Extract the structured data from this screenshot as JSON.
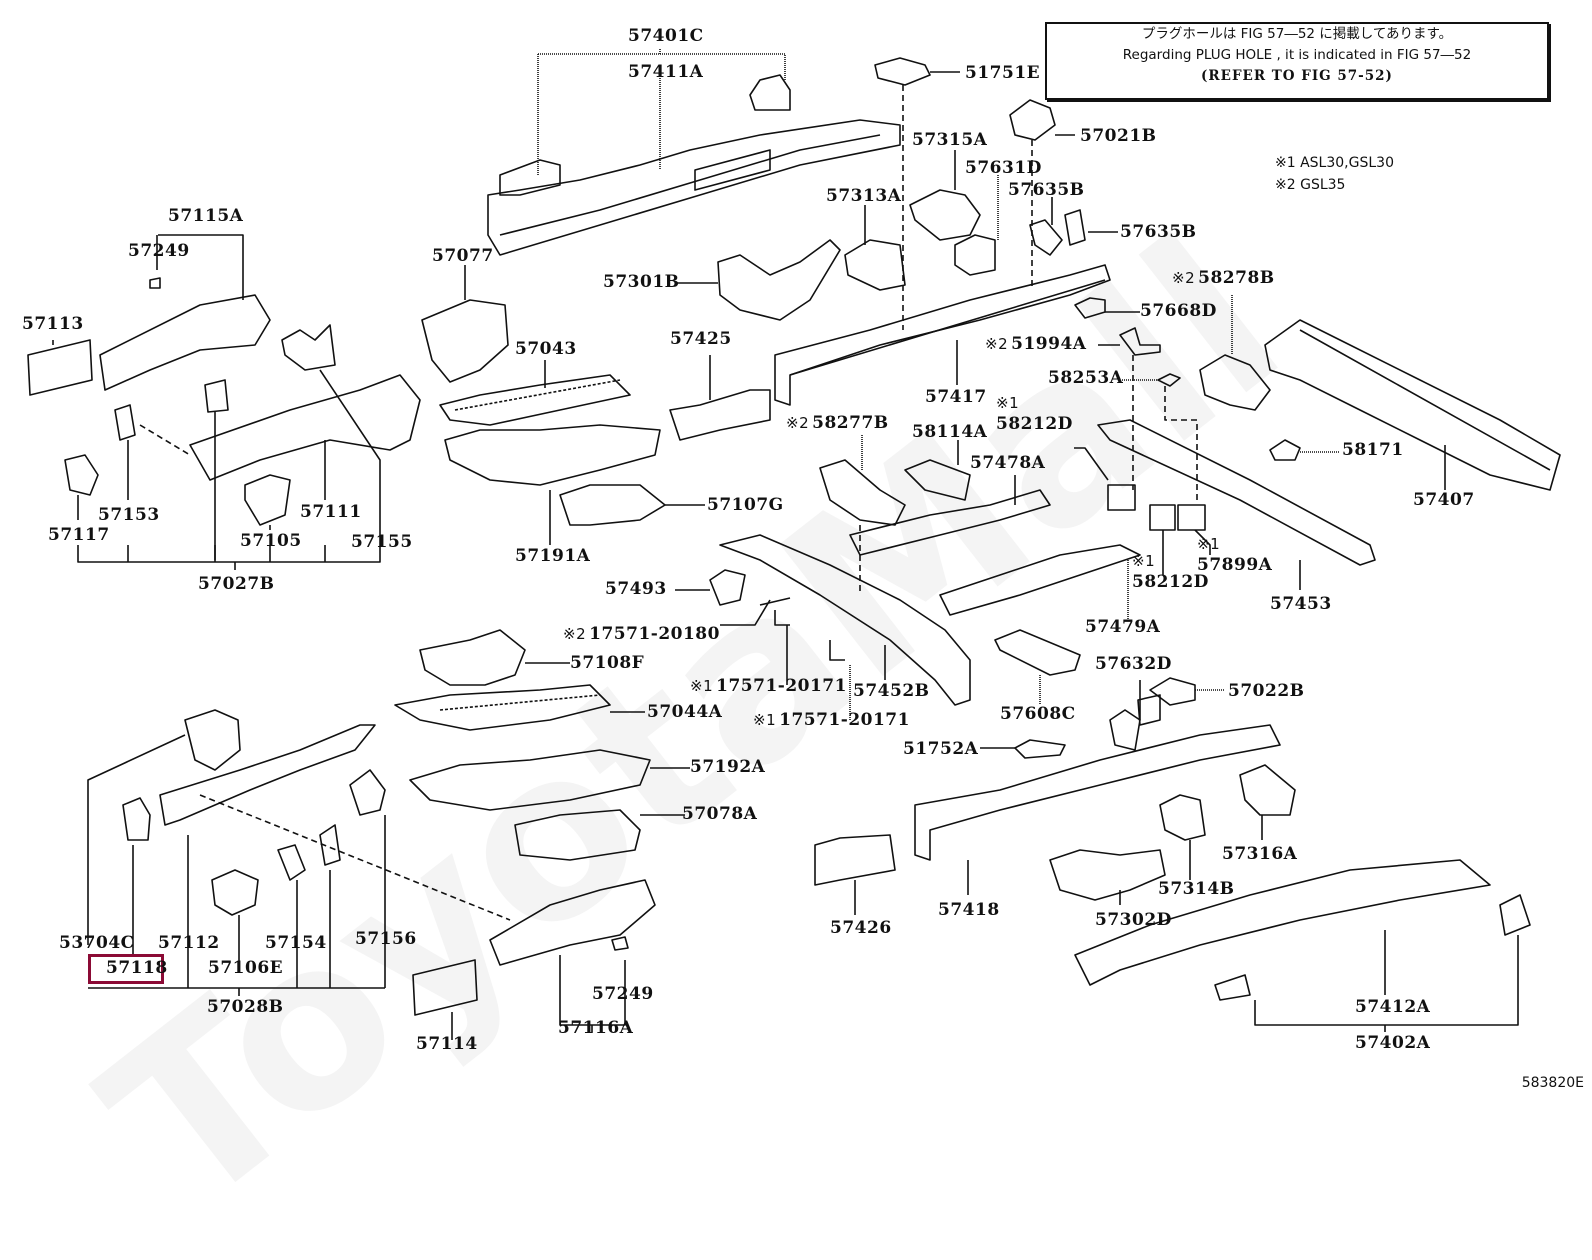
{
  "note": {
    "japanese": "プラグホールは FIG  57―52 に掲載してあります。",
    "english": "Regarding  PLUG  HOLE , it is indicated in FIG  57―52",
    "refer": "(REFER TO FIG 57-52)"
  },
  "legend": [
    {
      "mark": "※1",
      "text": "ASL30,GSL30"
    },
    {
      "mark": "※2",
      "text": "GSL35"
    }
  ],
  "figure_number": "583820E",
  "watermark": "ToyotaMall",
  "highlighted_part": "57118",
  "highlight_color": "#8b0a35",
  "parts": [
    {
      "id": "p57401C",
      "label": "57401C",
      "mark": ""
    },
    {
      "id": "p57411A",
      "label": "57411A",
      "mark": ""
    },
    {
      "id": "p51751E",
      "label": "51751E",
      "mark": ""
    },
    {
      "id": "p57315A",
      "label": "57315A",
      "mark": ""
    },
    {
      "id": "p57021B",
      "label": "57021B",
      "mark": ""
    },
    {
      "id": "p57631D",
      "label": "57631D",
      "mark": ""
    },
    {
      "id": "p57635B_1",
      "label": "57635B",
      "mark": ""
    },
    {
      "id": "p57635B_2",
      "label": "57635B",
      "mark": ""
    },
    {
      "id": "p57313A",
      "label": "57313A",
      "mark": ""
    },
    {
      "id": "p57115A",
      "label": "57115A",
      "mark": ""
    },
    {
      "id": "p57249_1",
      "label": "57249",
      "mark": ""
    },
    {
      "id": "p57077",
      "label": "57077",
      "mark": ""
    },
    {
      "id": "p57301B",
      "label": "57301B",
      "mark": ""
    },
    {
      "id": "p58278B",
      "label": "58278B",
      "mark": "※2"
    },
    {
      "id": "p57668D",
      "label": "57668D",
      "mark": ""
    },
    {
      "id": "p57113",
      "label": "57113",
      "mark": ""
    },
    {
      "id": "p57043",
      "label": "57043",
      "mark": ""
    },
    {
      "id": "p57425",
      "label": "57425",
      "mark": ""
    },
    {
      "id": "p51994A",
      "label": "51994A",
      "mark": "※2"
    },
    {
      "id": "p58253A",
      "label": "58253A",
      "mark": ""
    },
    {
      "id": "p57417",
      "label": "57417",
      "mark": ""
    },
    {
      "id": "p58277B",
      "label": "58277B",
      "mark": "※2"
    },
    {
      "id": "p58114A",
      "label": "58114A",
      "mark": ""
    },
    {
      "id": "p58212D_1",
      "label": "58212D",
      "mark": "※1"
    },
    {
      "id": "p57478A",
      "label": "57478A",
      "mark": ""
    },
    {
      "id": "p58171",
      "label": "58171",
      "mark": ""
    },
    {
      "id": "p57407",
      "label": "57407",
      "mark": ""
    },
    {
      "id": "p57153",
      "label": "57153",
      "mark": ""
    },
    {
      "id": "p57117",
      "label": "57117",
      "mark": ""
    },
    {
      "id": "p57111",
      "label": "57111",
      "mark": ""
    },
    {
      "id": "p57105",
      "label": "57105",
      "mark": ""
    },
    {
      "id": "p57155",
      "label": "57155",
      "mark": ""
    },
    {
      "id": "p57027B",
      "label": "57027B",
      "mark": ""
    },
    {
      "id": "p57107G",
      "label": "57107G",
      "mark": ""
    },
    {
      "id": "p57191A",
      "label": "57191A",
      "mark": ""
    },
    {
      "id": "p57493",
      "label": "57493",
      "mark": ""
    },
    {
      "id": "p58212D_2",
      "label": "58212D",
      "mark": "※1"
    },
    {
      "id": "p57899A",
      "label": "57899A",
      "mark": "※1"
    },
    {
      "id": "p57453",
      "label": "57453",
      "mark": ""
    },
    {
      "id": "p17571_20180",
      "label": "17571-20180",
      "mark": "※2"
    },
    {
      "id": "p57108F",
      "label": "57108F",
      "mark": ""
    },
    {
      "id": "p57479A",
      "label": "57479A",
      "mark": ""
    },
    {
      "id": "p17571_20171_1",
      "label": "17571-20171",
      "mark": "※1"
    },
    {
      "id": "p57452B",
      "label": "57452B",
      "mark": ""
    },
    {
      "id": "p57632D",
      "label": "57632D",
      "mark": ""
    },
    {
      "id": "p57022B",
      "label": "57022B",
      "mark": ""
    },
    {
      "id": "p57044A",
      "label": "57044A",
      "mark": ""
    },
    {
      "id": "p17571_20171_2",
      "label": "17571-20171",
      "mark": "※1"
    },
    {
      "id": "p57608C",
      "label": "57608C",
      "mark": ""
    },
    {
      "id": "p51752A",
      "label": "51752A",
      "mark": ""
    },
    {
      "id": "p57192A",
      "label": "57192A",
      "mark": ""
    },
    {
      "id": "p57078A",
      "label": "57078A",
      "mark": ""
    },
    {
      "id": "p57316A",
      "label": "57316A",
      "mark": ""
    },
    {
      "id": "p57314B",
      "label": "57314B",
      "mark": ""
    },
    {
      "id": "p57426",
      "label": "57426",
      "mark": ""
    },
    {
      "id": "p57418",
      "label": "57418",
      "mark": ""
    },
    {
      "id": "p57302D",
      "label": "57302D",
      "mark": ""
    },
    {
      "id": "p53704C",
      "label": "53704C",
      "mark": ""
    },
    {
      "id": "p57112",
      "label": "57112",
      "mark": ""
    },
    {
      "id": "p57154",
      "label": "57154",
      "mark": ""
    },
    {
      "id": "p57156",
      "label": "57156",
      "mark": ""
    },
    {
      "id": "p57118",
      "label": "57118",
      "mark": ""
    },
    {
      "id": "p57106E",
      "label": "57106E",
      "mark": ""
    },
    {
      "id": "p57028B",
      "label": "57028B",
      "mark": ""
    },
    {
      "id": "p57249_2",
      "label": "57249",
      "mark": ""
    },
    {
      "id": "p57114",
      "label": "57114",
      "mark": ""
    },
    {
      "id": "p57116A",
      "label": "57116A",
      "mark": ""
    },
    {
      "id": "p57412A",
      "label": "57412A",
      "mark": ""
    },
    {
      "id": "p57402A",
      "label": "57402A",
      "mark": ""
    }
  ]
}
